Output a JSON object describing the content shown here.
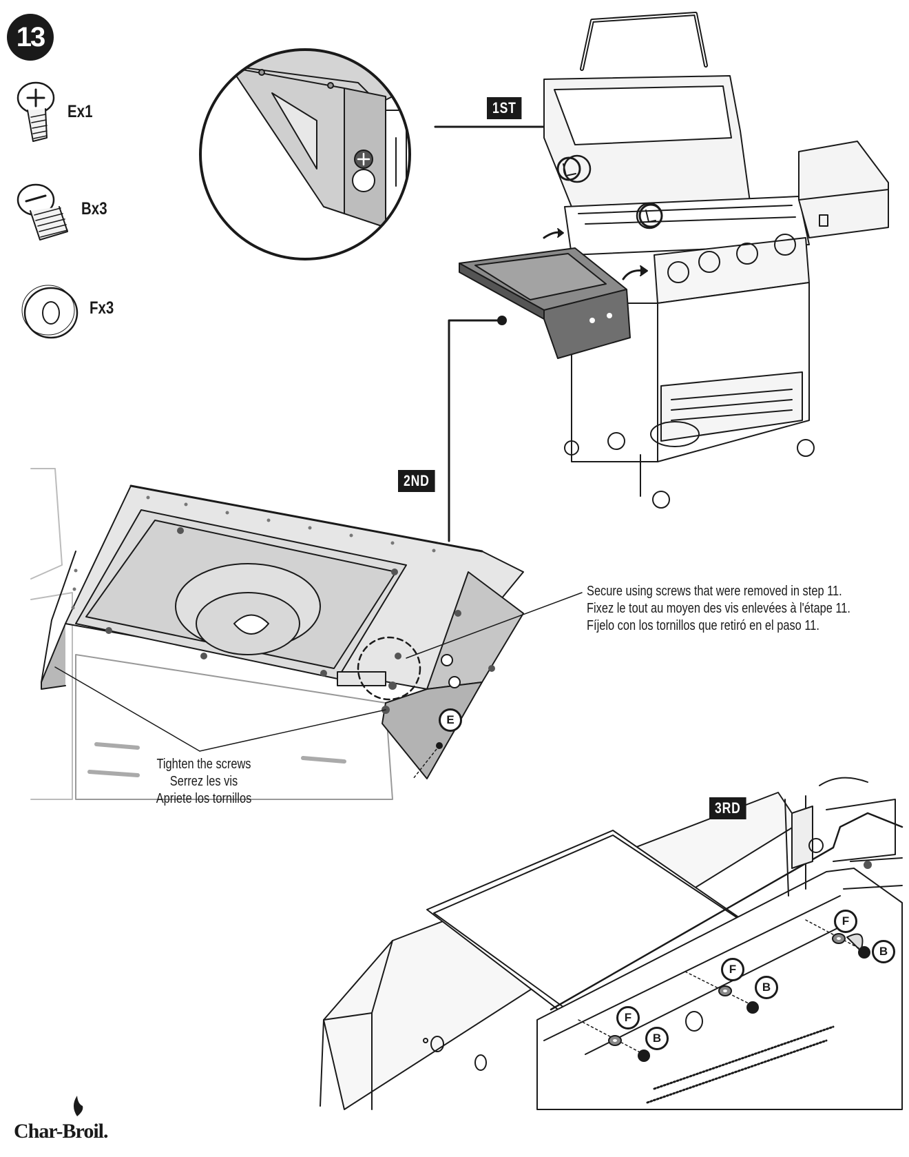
{
  "step_number": "13",
  "parts": [
    {
      "label": "Ex1",
      "icon": "long-screw-icon"
    },
    {
      "label": "Bx3",
      "icon": "short-screw-icon"
    },
    {
      "label": "Fx3",
      "icon": "washer-icon"
    }
  ],
  "sequence_tags": {
    "first": "1ST",
    "second": "2ND",
    "third": "3RD"
  },
  "instructions": {
    "secure": [
      "Secure using screws that were removed in step 11.",
      "Fixez le tout au moyen des vis enlevées à l'étape 11.",
      "Fíjelo con los tornillos que retiró en el paso 11."
    ],
    "tighten": [
      "Tighten the screws",
      "Serrez les vis",
      "Apriete los tornillos"
    ]
  },
  "callouts": {
    "E": "E",
    "F": "F",
    "B": "B"
  },
  "brand": "Char-Broil."
}
